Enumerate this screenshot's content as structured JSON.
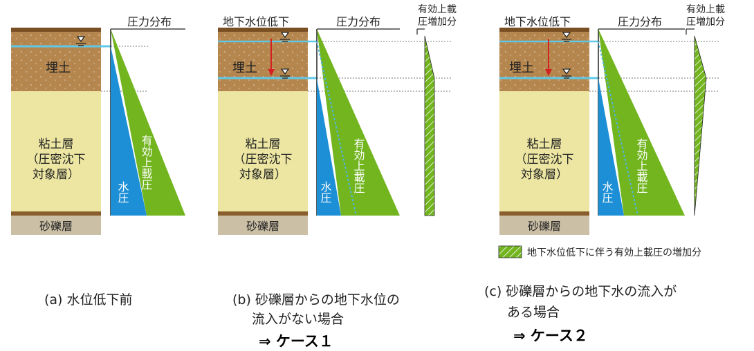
{
  "colors": {
    "fill_top": "#b5874f",
    "clay": "#ece6a2",
    "gravel": "#cbbfa6",
    "band_dark": "#7a4f24",
    "water_line": "#5fc8e8",
    "water_pressure": "#1d8fd6",
    "effective_pressure": "#72b51f",
    "arrow": "#d42020"
  },
  "diagrams": [
    {
      "pressure_label": "圧力分布",
      "fill_label": "埋土",
      "clay_label": [
        "粘土層",
        "（圧密沈下",
        "対象層）"
      ],
      "gravel_label": "砂礫層",
      "water_pressure_label": "水圧",
      "effective_pressure_label": "有効上載圧"
    },
    {
      "drawdown_label": "地下水位低下",
      "pressure_label": "圧力分布",
      "increase_label": [
        "有効上載",
        "圧増加分"
      ],
      "fill_label": "埋土",
      "clay_label": [
        "粘土層",
        "（圧密沈下",
        "対象層）"
      ],
      "gravel_label": "砂礫層",
      "water_pressure_label": "水圧",
      "effective_pressure_label": "有効上載圧"
    },
    {
      "drawdown_label": "地下水位低下",
      "pressure_label": "圧力分布",
      "increase_label": [
        "有効上載",
        "圧増加分"
      ],
      "fill_label": "埋土",
      "clay_label": [
        "粘土層",
        "（圧密沈下",
        "対象層）"
      ],
      "gravel_label": "砂礫層",
      "water_pressure_label": "水圧",
      "effective_pressure_label": "有効上載圧"
    }
  ],
  "legend": {
    "text": "地下水位低下に伴う有効上載圧の増加分"
  },
  "captions": {
    "a": {
      "line1": "(a)  水位低下前"
    },
    "b": {
      "line1": "(b)  砂礫層からの地下水位の",
      "line2": "流入がない場合",
      "case": "⇒  ケース１"
    },
    "c": {
      "line1": "(c)  砂礫層からの地下水の流入が",
      "line2": "ある場合",
      "case": "⇒  ケース２"
    }
  }
}
